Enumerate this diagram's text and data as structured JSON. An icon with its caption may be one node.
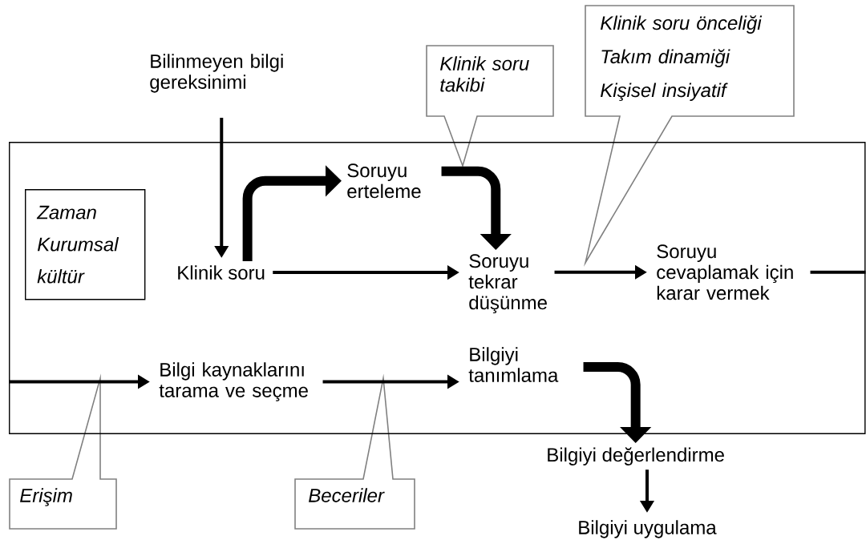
{
  "diagram": {
    "nodes": [
      {
        "text": [],
        "shape": "box"
      },
      {
        "text": [
          "Zaman",
          "Kurumsal kültür"
        ],
        "in": 0
      },
      {
        "text": [
          "Bilinmeyen bilgi gereksinimi"
        ]
      },
      {
        "text": [
          "Klinik soru"
        ],
        "in": 0
      },
      {
        "text": [
          "Soruyu erteleme"
        ],
        "in": 0
      },
      {
        "text": [
          "Soruyu tekrar düşünme"
        ],
        "in": 0
      },
      {
        "text": [
          "Soruyu cevaplamak için karar vermek"
        ],
        "in": 0
      },
      {
        "text": [
          "Bilgi kaynaklarını tarama ve seçme"
        ],
        "in": 0
      },
      {
        "text": [
          "Bilgiyi tanımlama"
        ],
        "in": 0
      },
      {
        "text": [
          "Bilgiyi değerlendirme"
        ]
      },
      {
        "text": [
          "Bilgiyi uygulama"
        ]
      },
      {
        "text": [
          "Klinik soru takibi"
        ]
      },
      {
        "text": [
          "Klinik soru önceliği",
          "Takım dinamiği",
          "Kişisel insiyatif"
        ]
      },
      {
        "text": [
          "Erişim"
        ]
      },
      {
        "text": [
          "Beceriler"
        ]
      }
    ],
    "edges": [
      {
        "from": 2,
        "to": 3,
        "arrow": "to"
      },
      {
        "from": 3,
        "to": 4,
        "arrow": "to",
        "style": "thick"
      },
      {
        "from": 4,
        "to": 5,
        "arrow": "to",
        "style": "thick"
      },
      {
        "from": 3,
        "to": 5,
        "arrow": "to"
      },
      {
        "from": 5,
        "to": 6,
        "arrow": "to"
      },
      {
        "from": 6,
        "to": null,
        "arrow": "none"
      },
      {
        "from": null,
        "to": 7,
        "arrow": "to"
      },
      {
        "from": 7,
        "to": 8,
        "arrow": "to"
      },
      {
        "from": 8,
        "to": 9,
        "arrow": "to",
        "style": "thick"
      },
      {
        "from": 9,
        "to": 10,
        "arrow": "to"
      }
    ]
  }
}
